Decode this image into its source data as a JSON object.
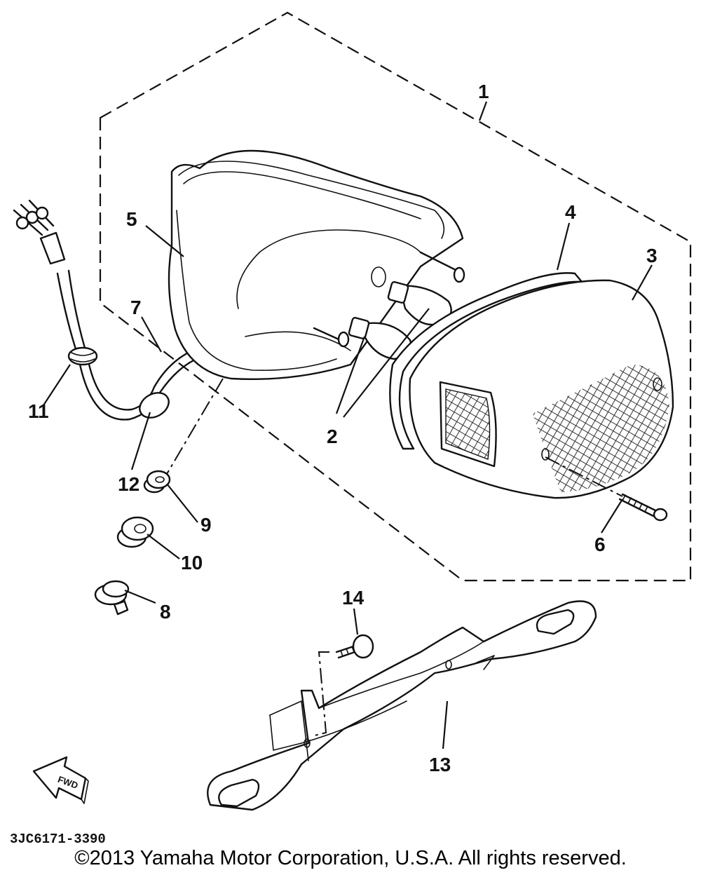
{
  "diagram": {
    "part_code": "3JC6171-3390",
    "direction_label": "FWD",
    "callouts": [
      "1",
      "2",
      "3",
      "4",
      "5",
      "6",
      "7",
      "8",
      "9",
      "10",
      "11",
      "12",
      "13",
      "14"
    ]
  },
  "footer": {
    "copyright": "©2013 Yamaha Motor Corporation, U.S.A. All rights reserved."
  }
}
